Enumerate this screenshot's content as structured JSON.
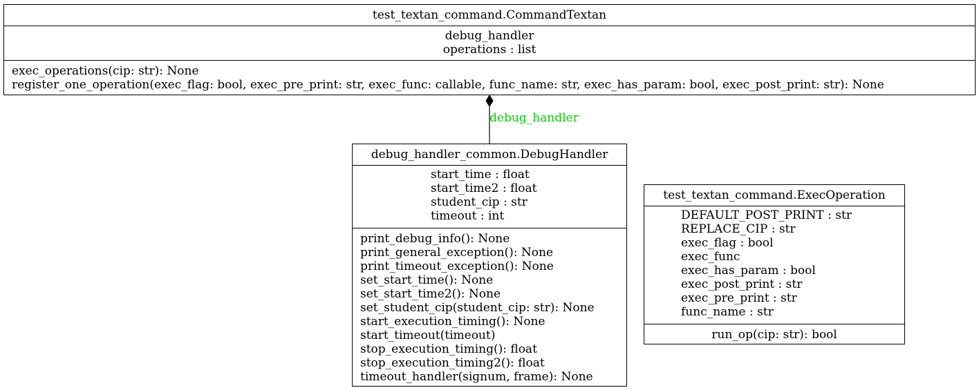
{
  "classes": {
    "command_textan": {
      "name": "test_textan_command.CommandTextan",
      "attributes": [
        "debug_handler",
        "operations : list"
      ],
      "methods": [
        "exec_operations(cip: str): None",
        "register_one_operation(exec_flag: bool, exec_pre_print: str, exec_func: callable, func_name: str, exec_has_param: bool, exec_post_print: str): None"
      ]
    },
    "debug_handler": {
      "name": "debug_handler_common.DebugHandler",
      "attributes": [
        "start_time : float",
        "start_time2 : float",
        "student_cip : str",
        "timeout : int"
      ],
      "methods": [
        "print_debug_info(): None",
        "print_general_exception(): None",
        "print_timeout_exception(): None",
        "set_start_time(): None",
        "set_start_time2(): None",
        "set_student_cip(student_cip: str): None",
        "start_execution_timing(): None",
        "start_timeout(timeout)",
        "stop_execution_timing(): float",
        "stop_execution_timing2(): float",
        "timeout_handler(signum, frame): None"
      ]
    },
    "exec_operation": {
      "name": "test_textan_command.ExecOperation",
      "attributes": [
        "DEFAULT_POST_PRINT : str",
        "REPLACE_CIP : str",
        "exec_flag : bool",
        "exec_func",
        "exec_has_param : bool",
        "exec_post_print : str",
        "exec_pre_print : str",
        "func_name : str"
      ],
      "methods": [
        "run_op(cip: str): bool"
      ]
    }
  },
  "relations": [
    {
      "type": "composition",
      "label": "debug_handler",
      "label_color": "#00d000"
    }
  ]
}
